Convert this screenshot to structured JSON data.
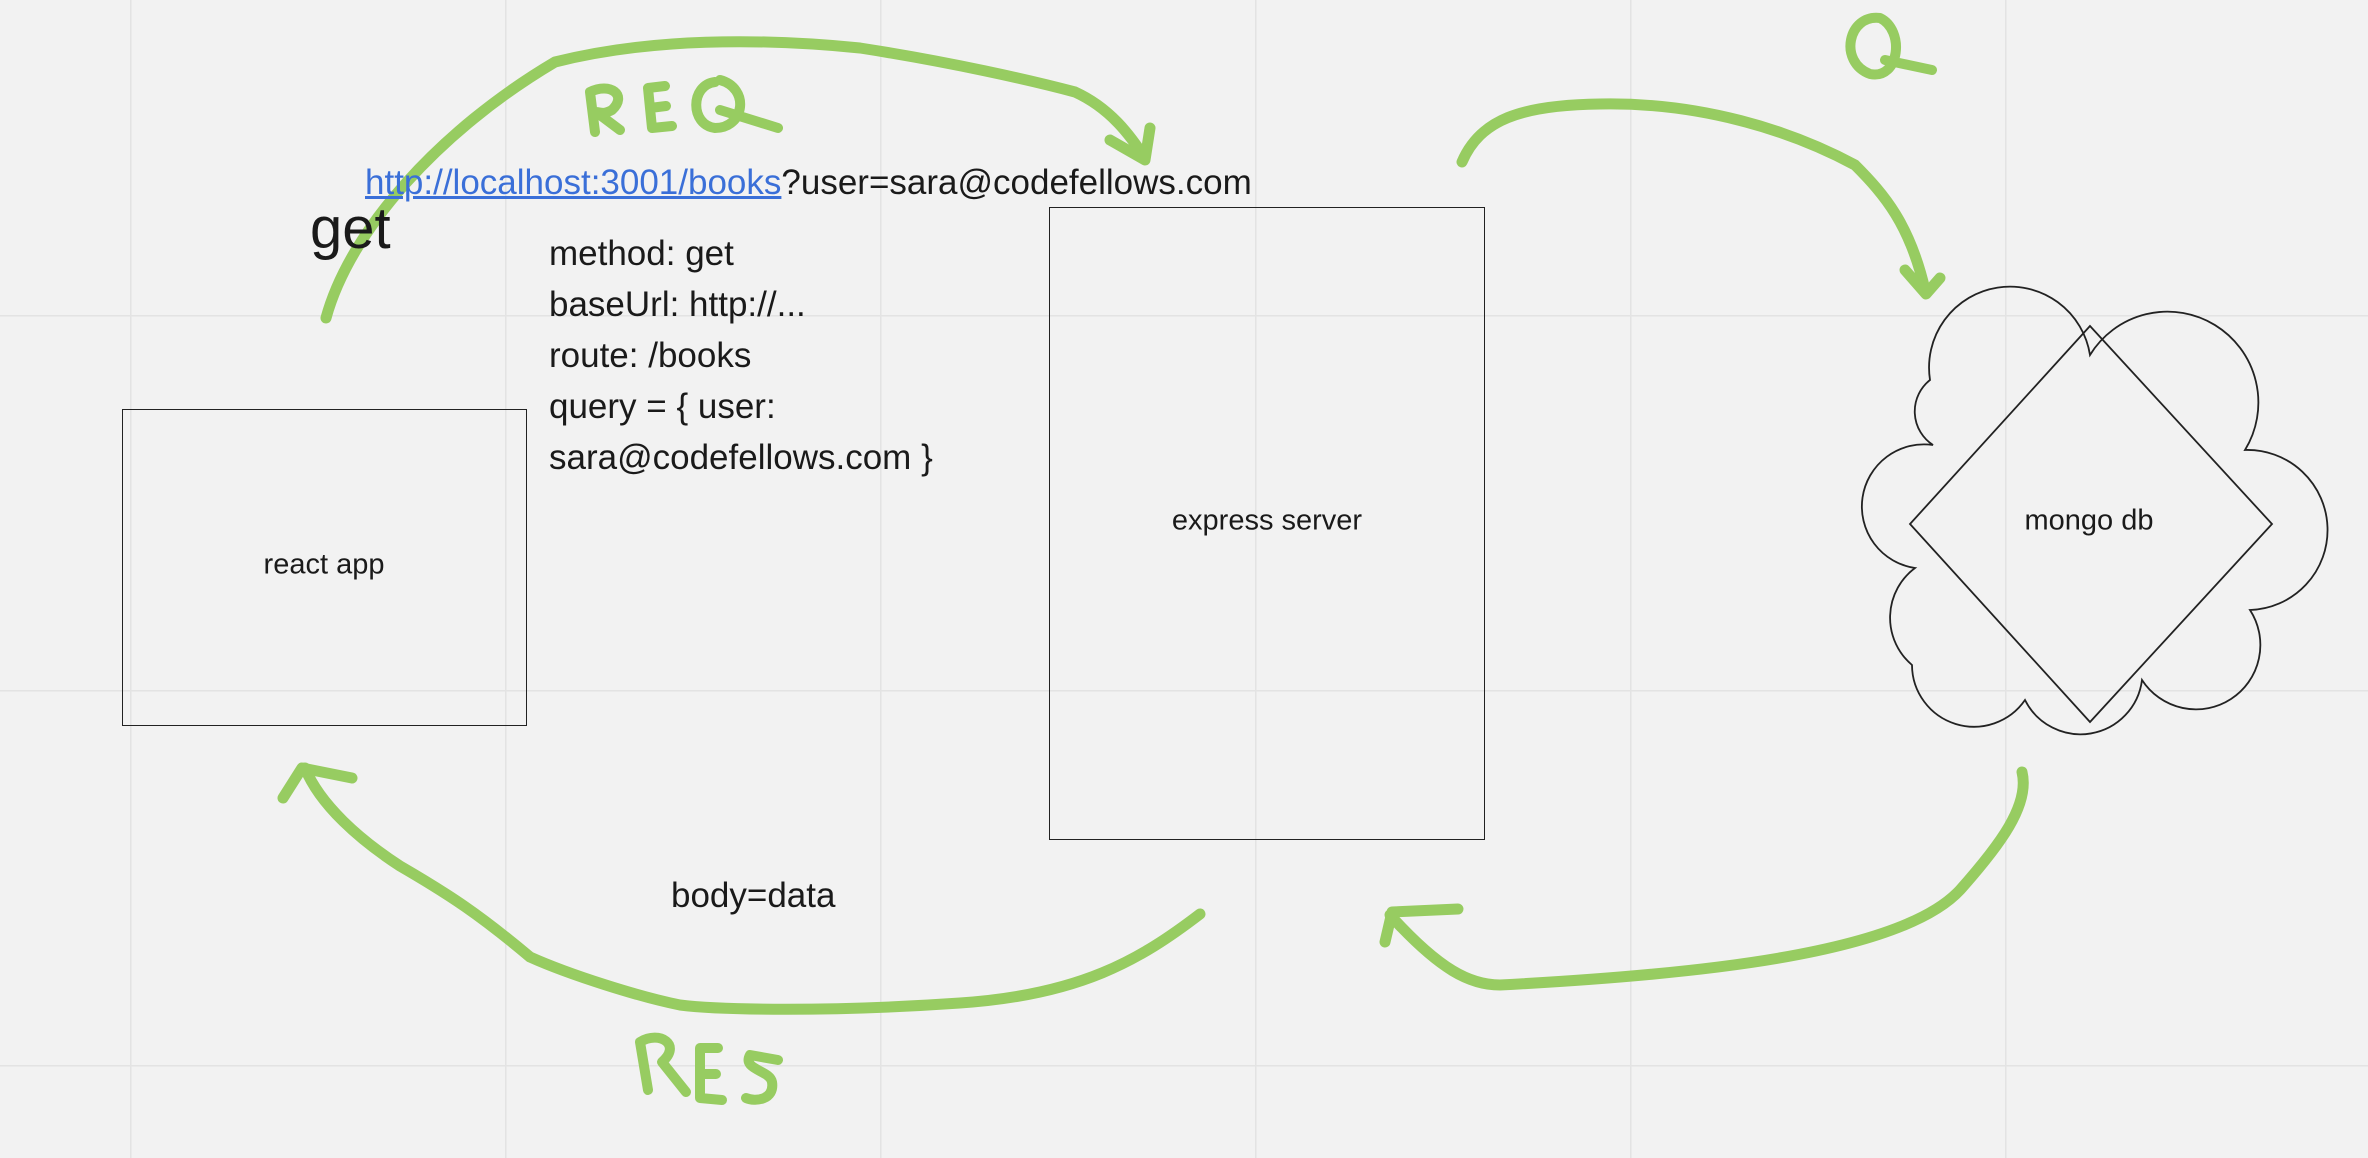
{
  "nodes": {
    "react_app": "react app",
    "express_server": "express server",
    "mongo_db": "mongo db"
  },
  "request": {
    "url_link": "http://localhost:3001/books",
    "url_query": "?user=sara@codefellows.com",
    "method_word": "get",
    "details": [
      "method: get",
      "baseUrl: http://...",
      "route: /books",
      "query = { user:",
      "sara@codefellows.com }"
    ]
  },
  "response": {
    "body": "body=data"
  },
  "handwritten_labels": [
    "REQ",
    "RES",
    "Q"
  ],
  "colors": {
    "arrow": "#97cc61",
    "link": "#3a6fd8",
    "background": "#f2f2f2"
  }
}
